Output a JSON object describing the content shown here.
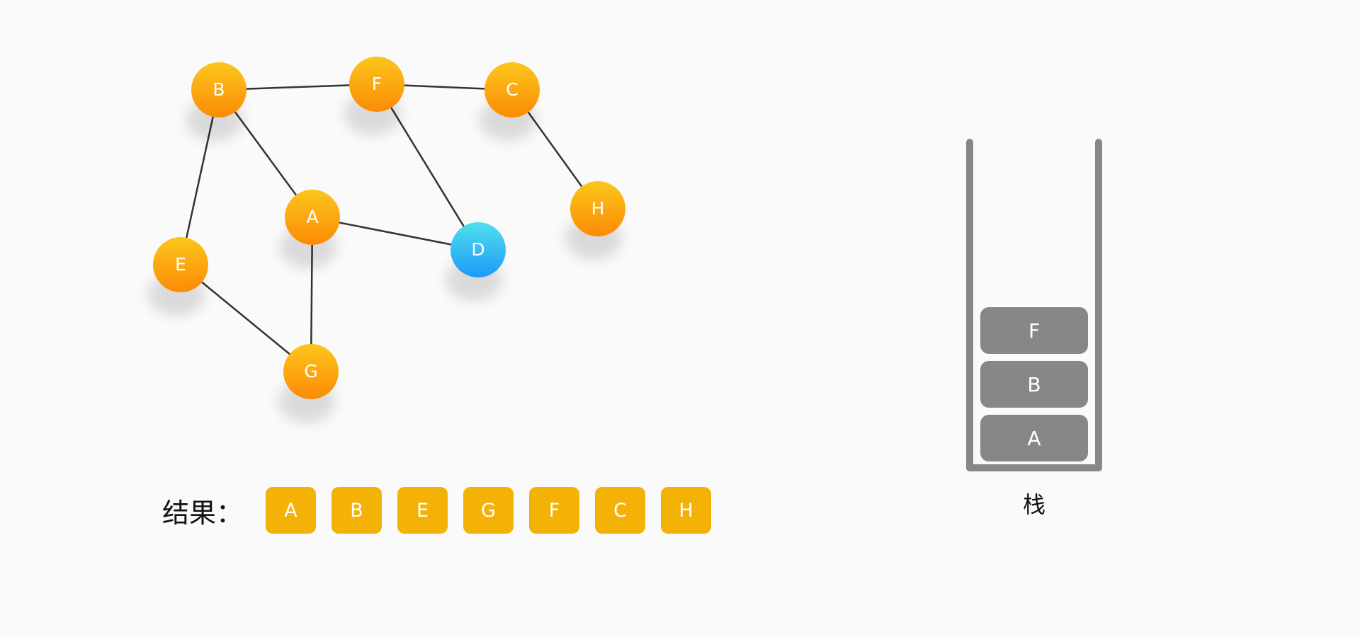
{
  "graph": {
    "nodes": [
      {
        "id": "A",
        "label": "A",
        "state": "visited"
      },
      {
        "id": "B",
        "label": "B",
        "state": "visited"
      },
      {
        "id": "C",
        "label": "C",
        "state": "visited"
      },
      {
        "id": "D",
        "label": "D",
        "state": "current"
      },
      {
        "id": "E",
        "label": "E",
        "state": "visited"
      },
      {
        "id": "F",
        "label": "F",
        "state": "visited"
      },
      {
        "id": "G",
        "label": "G",
        "state": "visited"
      },
      {
        "id": "H",
        "label": "H",
        "state": "visited"
      }
    ],
    "edges": [
      [
        "B",
        "F"
      ],
      [
        "F",
        "C"
      ],
      [
        "B",
        "E"
      ],
      [
        "B",
        "A"
      ],
      [
        "F",
        "D"
      ],
      [
        "C",
        "H"
      ],
      [
        "A",
        "D"
      ],
      [
        "A",
        "G"
      ],
      [
        "E",
        "G"
      ]
    ]
  },
  "result": {
    "label": "结果：",
    "items": [
      "A",
      "B",
      "E",
      "G",
      "F",
      "C",
      "H"
    ]
  },
  "stack": {
    "caption": "栈",
    "items_top_to_bottom": [
      "F",
      "B",
      "A"
    ]
  },
  "colors": {
    "node_visited_top": "#fcc61c",
    "node_visited_bottom": "#fb8b05",
    "node_current_top": "#4fe0ec",
    "node_current_bottom": "#1e9af9",
    "edge": "#333333",
    "result_item": "#f4b206",
    "stack": "#878787"
  }
}
